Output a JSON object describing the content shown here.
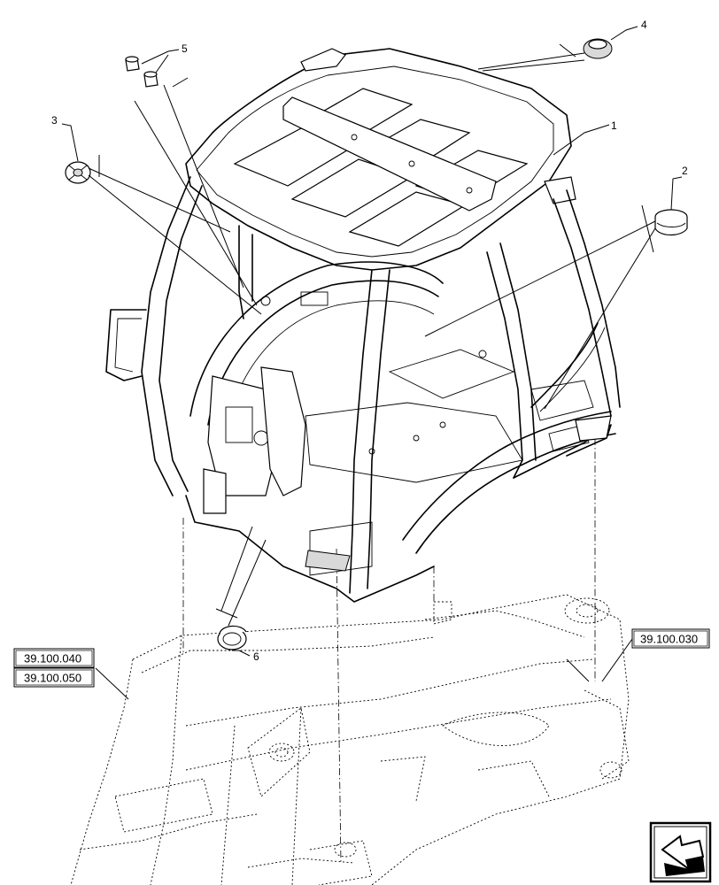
{
  "callouts": [
    "1",
    "2",
    "3",
    "4",
    "5",
    "6"
  ],
  "references": {
    "left_top": "39.100.040",
    "left_bottom": "39.100.050",
    "right": "39.100.030"
  },
  "nav_icon": "arrow-icon"
}
